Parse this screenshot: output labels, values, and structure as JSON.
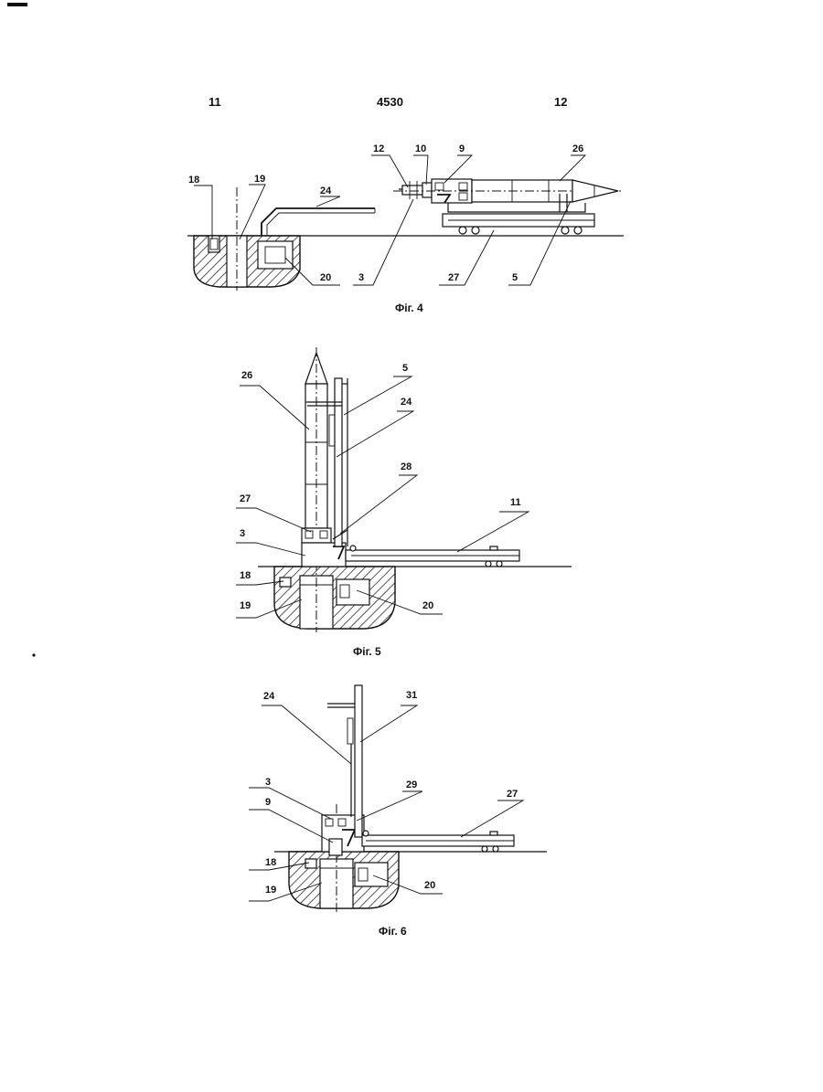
{
  "header": {
    "left_page": "11",
    "center_number": "4530",
    "right_page": "12"
  },
  "figures": [
    {
      "caption": "Фіг. 4",
      "labels": [
        "12",
        "10",
        "9",
        "26",
        "18",
        "19",
        "24",
        "20",
        "3",
        "27",
        "5"
      ]
    },
    {
      "caption": "Фіг. 5",
      "labels": [
        "26",
        "5",
        "24",
        "28",
        "11",
        "27",
        "3",
        "18",
        "19",
        "20"
      ]
    },
    {
      "caption": "Фіг. 6",
      "labels": [
        "24",
        "31",
        "3",
        "29",
        "27",
        "9",
        "18",
        "19",
        "20"
      ]
    }
  ]
}
